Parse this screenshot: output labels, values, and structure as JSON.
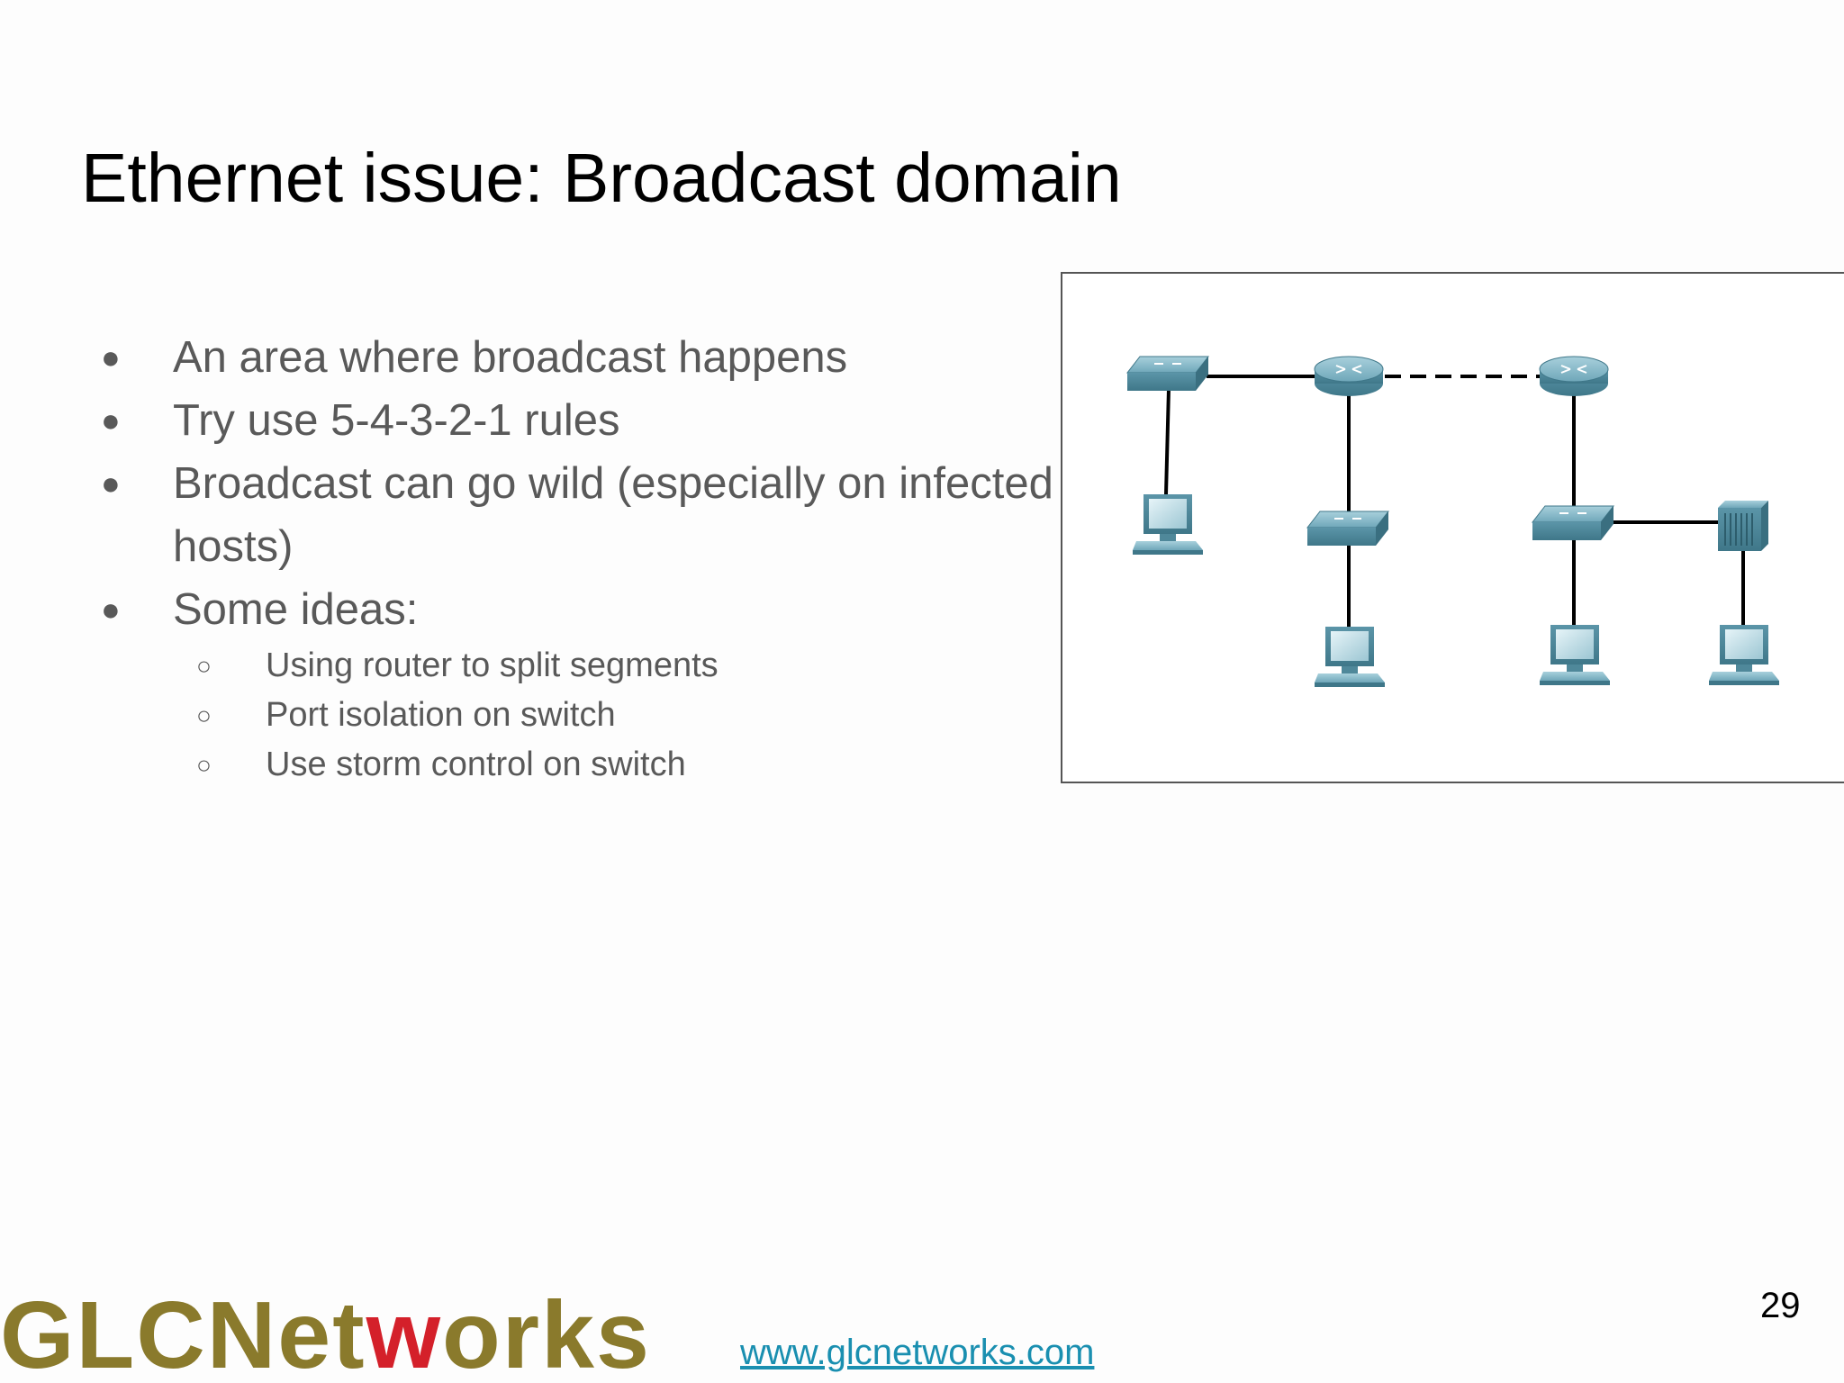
{
  "slide": {
    "title": "Ethernet issue: Broadcast domain",
    "page_number": "29",
    "url": "www.glcnetworks.com"
  },
  "logo": {
    "part1": "GLCNet",
    "part2": "w",
    "part3": "orks",
    "full_text": "GLCNetworks"
  },
  "bullets": [
    {
      "text": "An area where broadcast happens"
    },
    {
      "text": "Try use 5-4-3-2-1 rules"
    },
    {
      "text": "Broadcast can go wild (especially on infected hosts)"
    },
    {
      "text": "Some ideas:"
    }
  ],
  "sub_bullets": [
    {
      "text": "Using router to split segments"
    },
    {
      "text": "Port isolation on switch"
    },
    {
      "text": "Use storm control on switch"
    }
  ],
  "colors": {
    "device_fill": "#5f9aae",
    "device_top": "#8bbccc",
    "link_color": "#000000",
    "logo_gold": "#8a7a2c",
    "logo_red": "#d4202a",
    "url_color": "#1a8fb0"
  },
  "icons": {
    "switch": "switch-icon",
    "router": "router-icon",
    "pc": "pc-icon",
    "server": "server-icon"
  }
}
